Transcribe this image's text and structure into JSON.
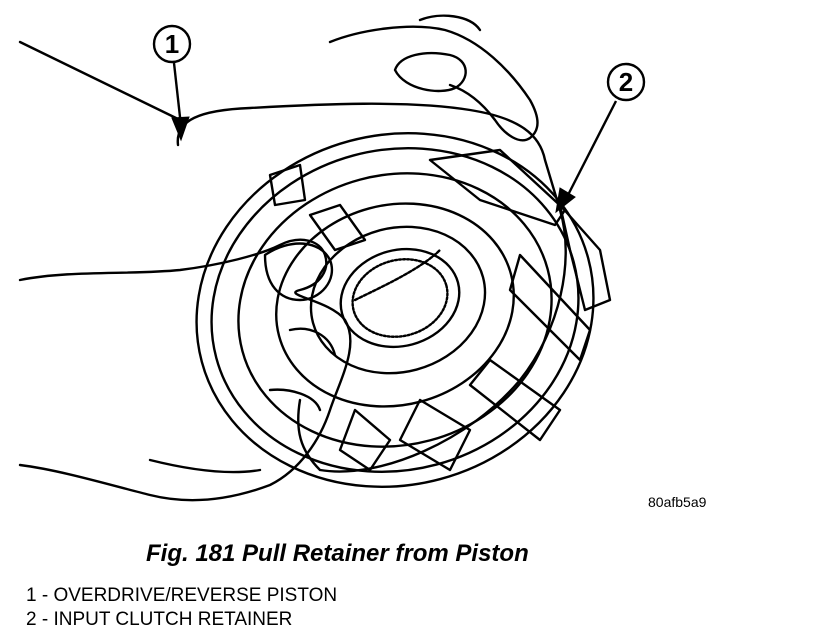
{
  "callouts": {
    "one": "1",
    "two": "2"
  },
  "image_code": "80afb5a9",
  "caption": "Fig. 181 Pull Retainer from Piston",
  "legend": [
    {
      "text": "1 - OVERDRIVE/REVERSE PISTON"
    },
    {
      "text": "2 - INPUT CLUTCH RETAINER"
    }
  ]
}
